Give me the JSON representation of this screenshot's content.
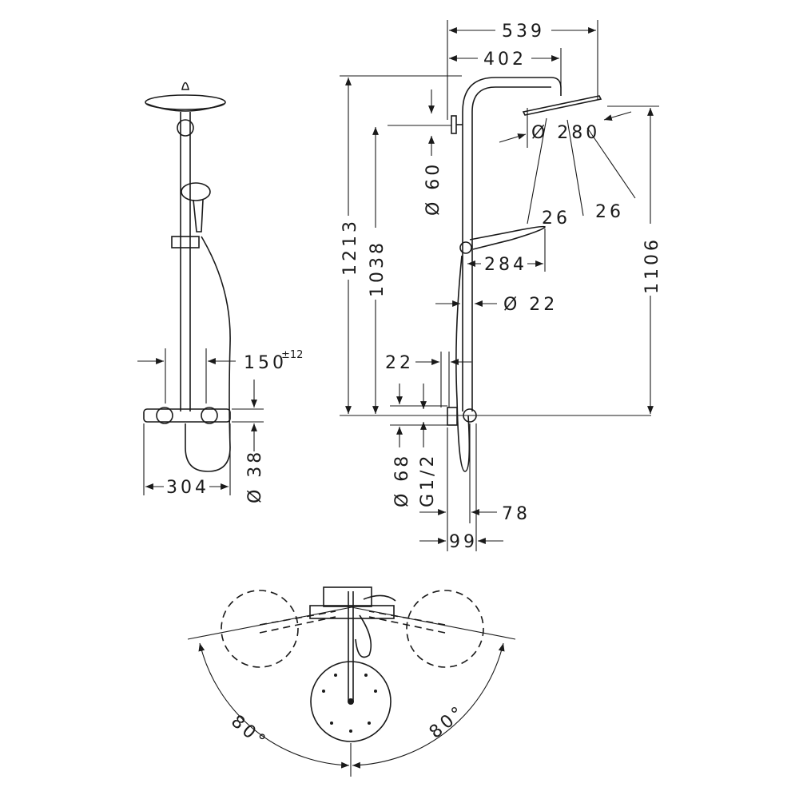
{
  "dimensions": {
    "front": {
      "d150": "150",
      "d150_tol": "±12",
      "d38": "Ø 38",
      "d304": "304"
    },
    "side": {
      "d539": "539",
      "d402": "402",
      "d280": "Ø 280",
      "d60": "Ø 60",
      "d1213": "1213",
      "d1038": "1038",
      "d1106": "1106",
      "angle1": "26",
      "angle2": "26",
      "d284": "284",
      "d22dia": "Ø 22",
      "d22": "22",
      "d68": "Ø 68",
      "g12": "G1/2",
      "d78": "78",
      "d99": "99"
    },
    "top": {
      "left_angle": "80°",
      "right_angle": "80°"
    }
  }
}
